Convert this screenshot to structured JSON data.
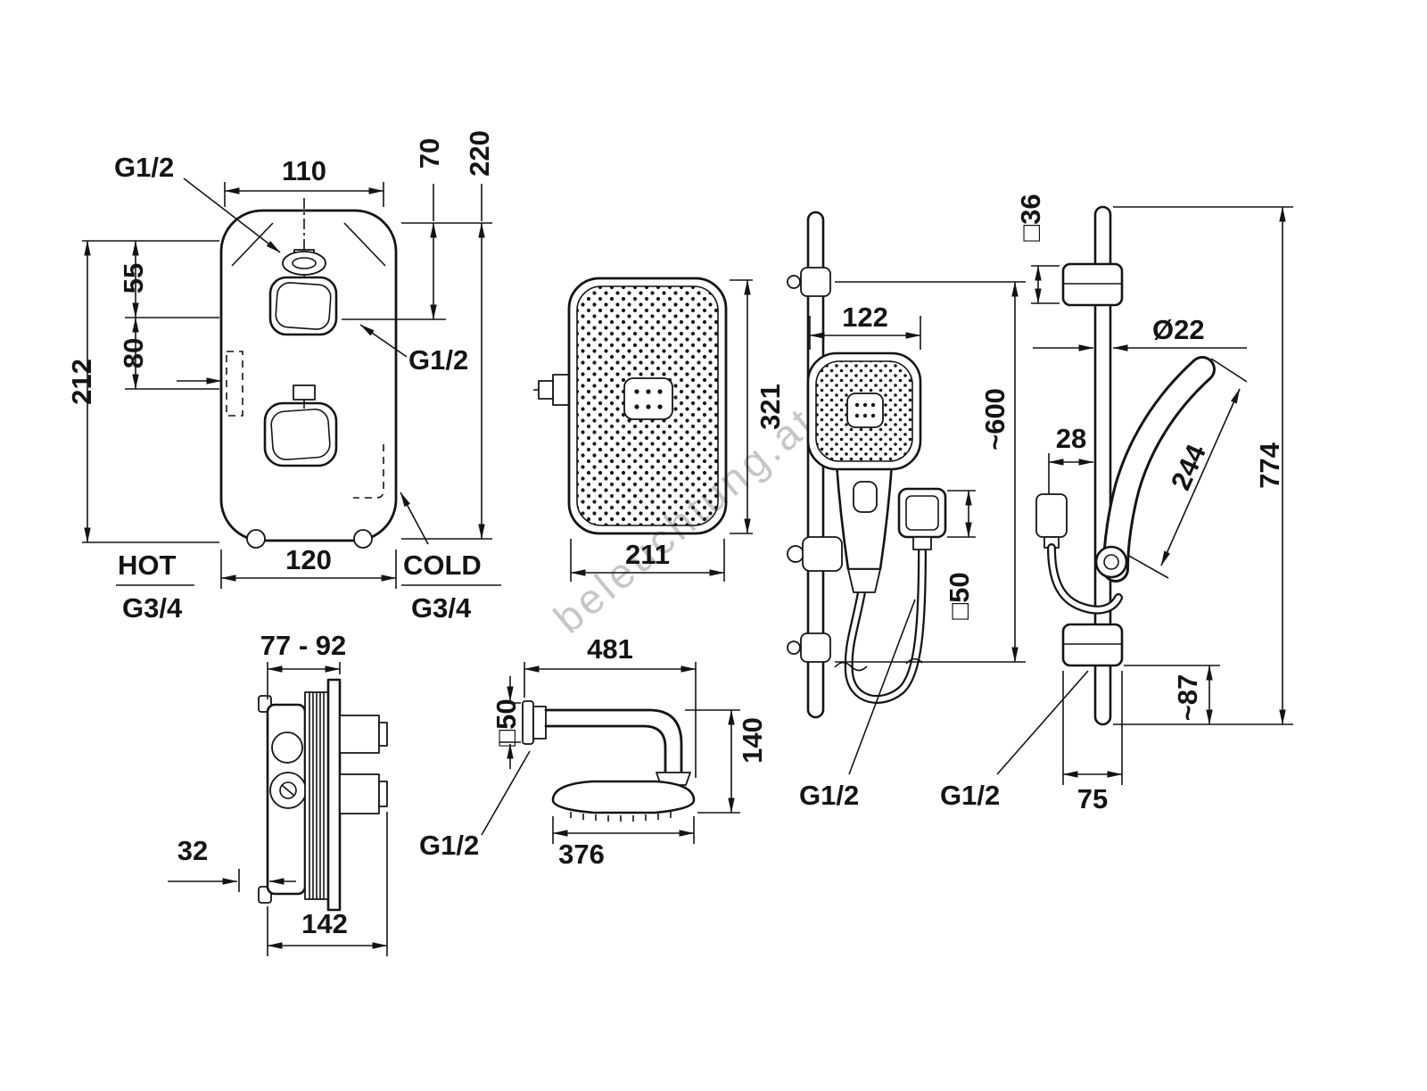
{
  "watermark": "beleuchtung.at",
  "valve_front": {
    "g12_top": "G1/2",
    "g12_right": "G1/2",
    "d110": "110",
    "d70": "70",
    "d220": "220",
    "d55": "55",
    "d80": "80",
    "d212": "212",
    "d120": "120",
    "hot": "HOT",
    "hot_thread": "G3/4",
    "cold": "COLD",
    "cold_thread": "G3/4"
  },
  "head_front": {
    "d321": "321",
    "d211": "211"
  },
  "rail_front": {
    "d122": "122",
    "d600": "~600",
    "sq50": "□50",
    "g12": "G1/2"
  },
  "rail_side": {
    "sq36": "□36",
    "dia22": "Ø22",
    "d28": "28",
    "d244": "244",
    "d774": "774",
    "d87": "~87",
    "d75": "75",
    "g12": "G1/2"
  },
  "valve_side": {
    "depth": "77 - 92",
    "d32": "32",
    "d142": "142"
  },
  "arm": {
    "d481": "481",
    "sq50": "□50",
    "d140": "140",
    "d376": "376",
    "g12": "G1/2"
  }
}
